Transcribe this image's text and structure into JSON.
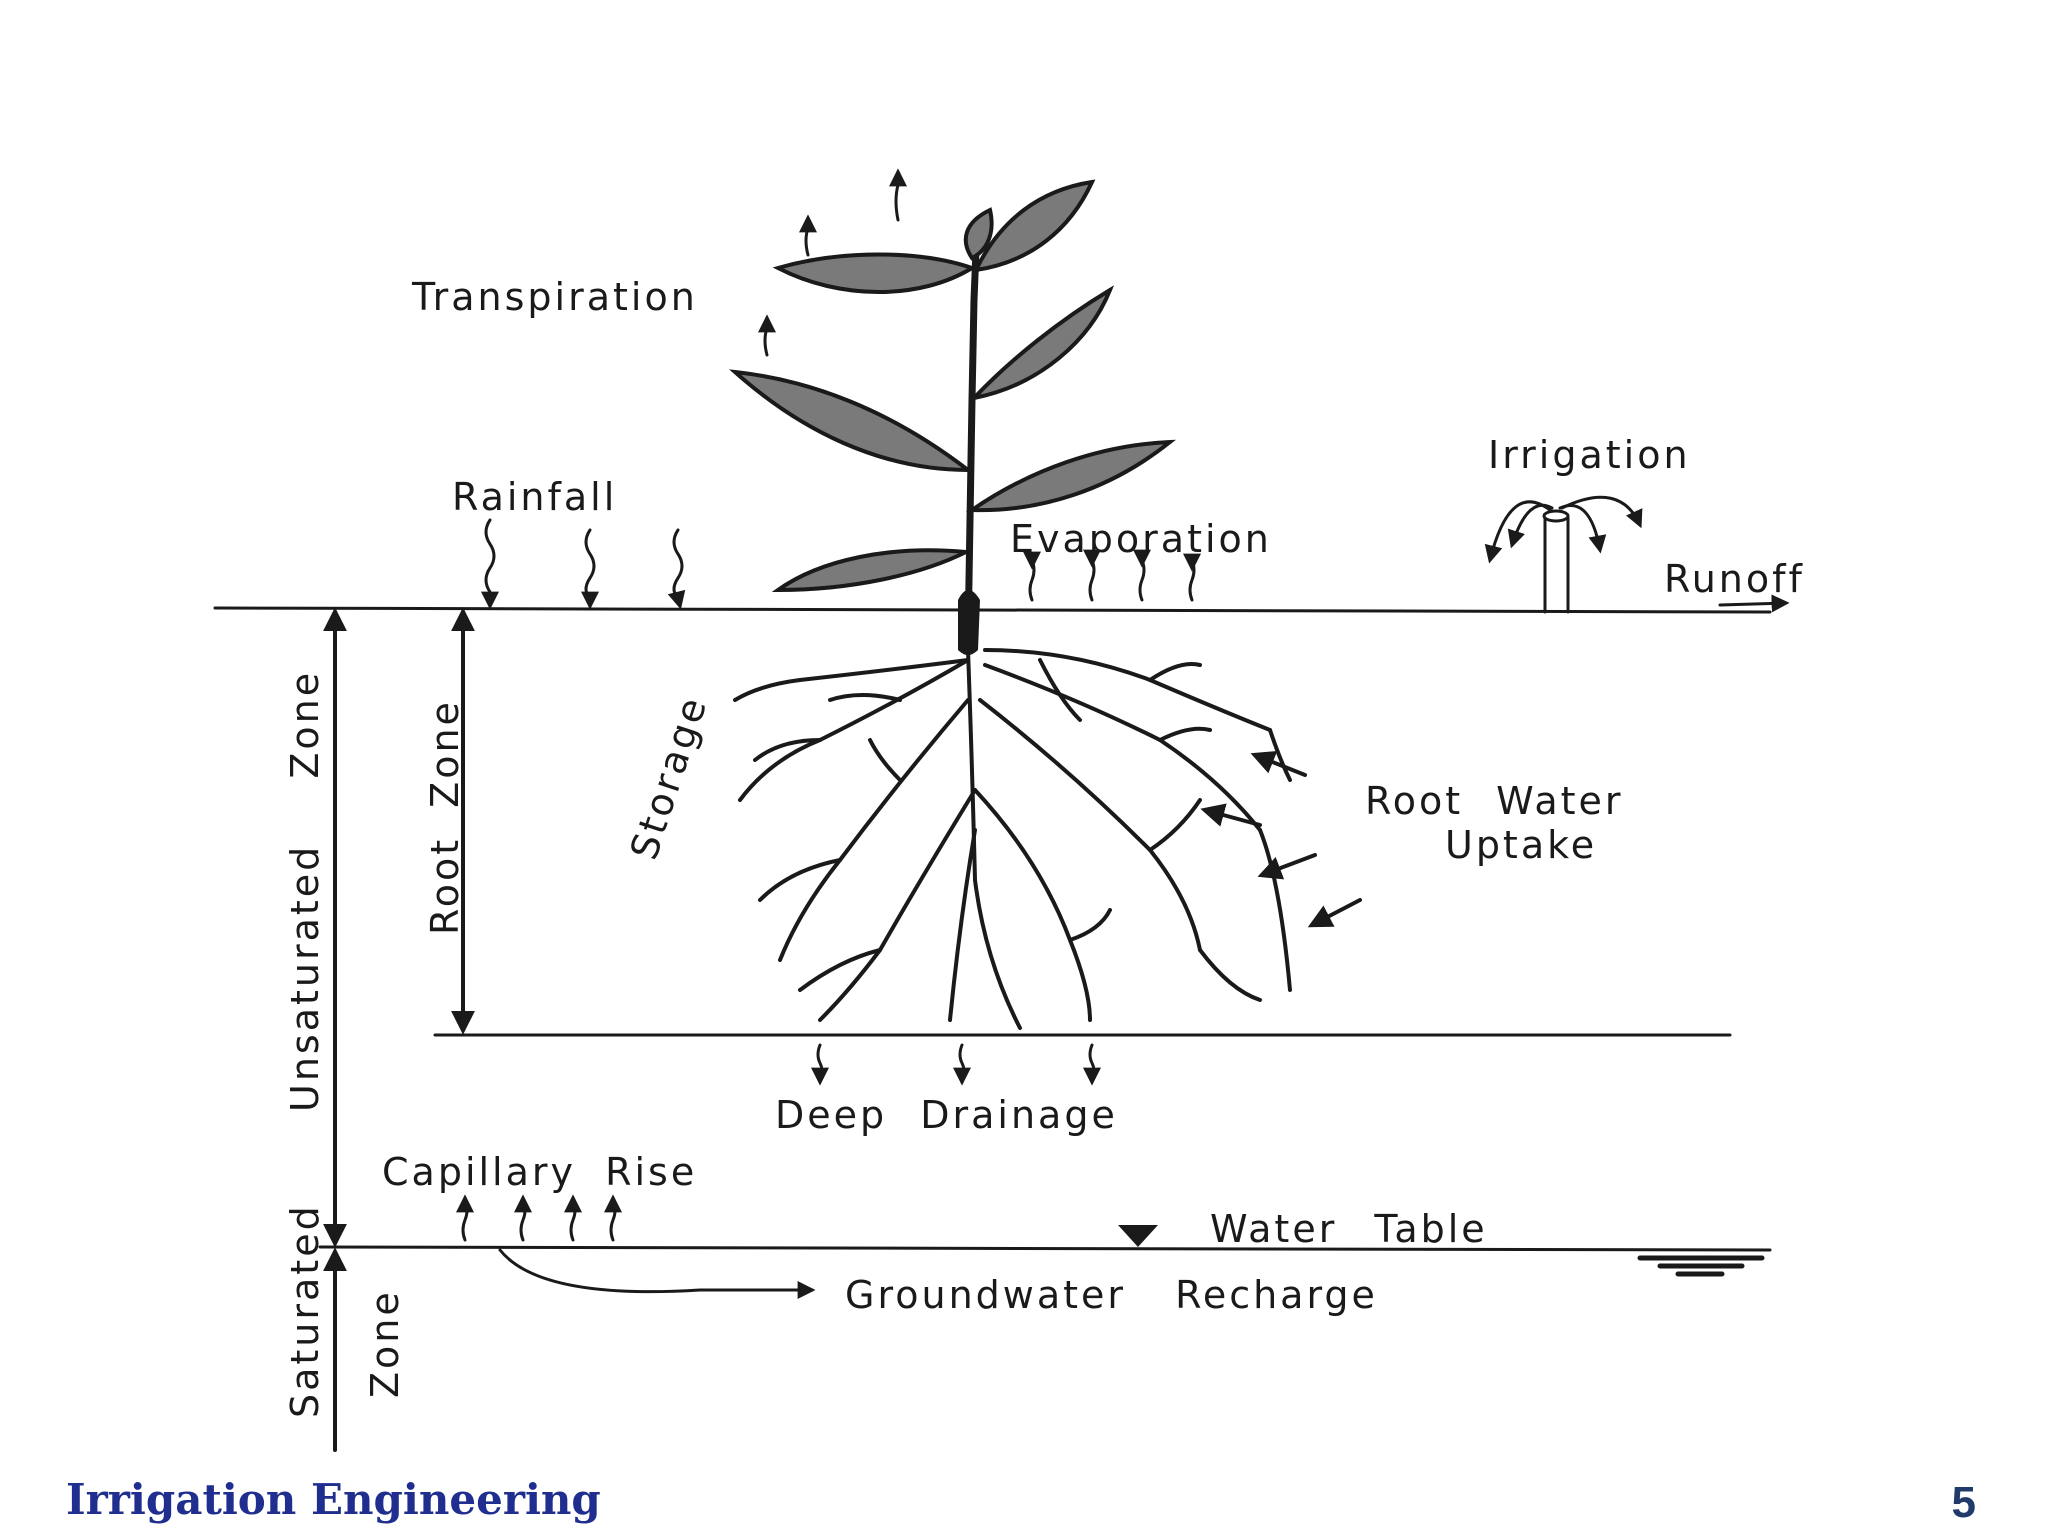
{
  "diagram": {
    "labels": {
      "transpiration": "Transpiration",
      "rainfall": "Rainfall",
      "evaporation": "Evaporation",
      "irrigation": "Irrigation",
      "runoff": "Runoff",
      "root_water_uptake_line1": "Root Water",
      "root_water_uptake_line2": "Uptake",
      "storage": "Storage",
      "root_zone": "Root Zone",
      "unsaturated_zone": "Unsaturated Zone",
      "deep_drainage": "Deep Drainage",
      "capillary_rise": "Capillary Rise",
      "water_table": "Water Table",
      "groundwater_recharge": "Groundwater Recharge",
      "saturated_zone_line1": "Saturated",
      "saturated_zone_line2": "Zone"
    }
  },
  "footer": {
    "title": "Irrigation Engineering",
    "page_number": "5"
  }
}
